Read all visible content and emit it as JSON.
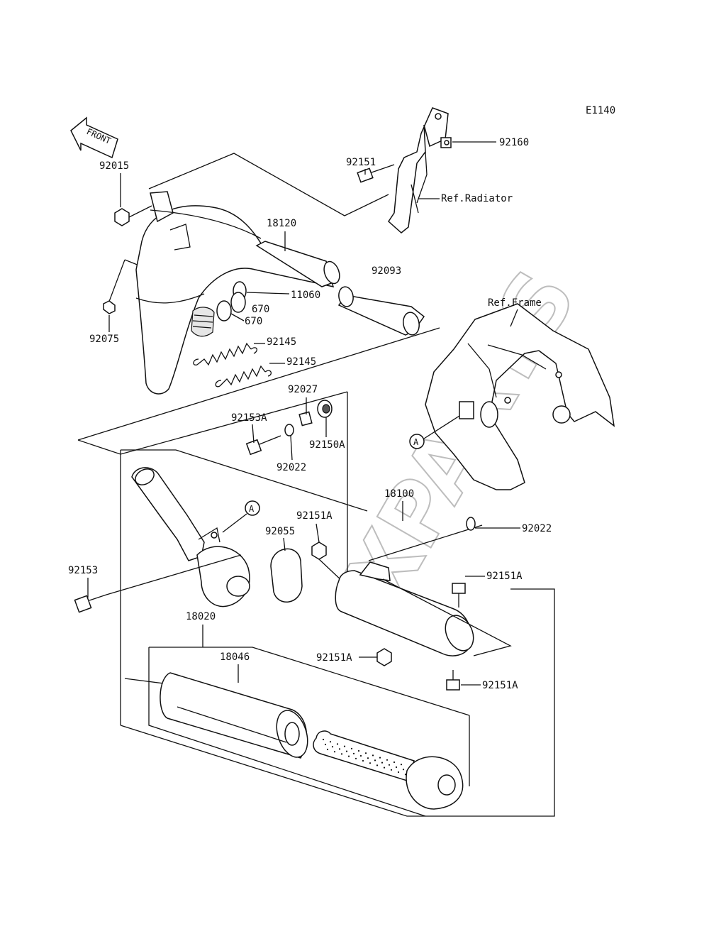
{
  "diagram_code": "E1140",
  "watermark": "XPARTS",
  "front_label": "FRONT",
  "callouts": {
    "a_upper": "A",
    "a_lower": "A"
  },
  "labels": {
    "92160": "92160",
    "92151": "92151",
    "ref_radiator": "Ref.Radiator",
    "92015": "92015",
    "18120": "18120",
    "92093": "92093",
    "11060": "11060",
    "670_a": "670",
    "670_b": "670",
    "92075": "92075",
    "92145_a": "92145",
    "92145_b": "92145",
    "ref_frame": "Ref.Frame",
    "92027": "92027",
    "92153A": "92153A",
    "92150A": "92150A",
    "92022_a": "92022",
    "18100": "18100",
    "92151A_a": "92151A",
    "92055": "92055",
    "92022_b": "92022",
    "92153": "92153",
    "92151A_b": "92151A",
    "18020": "18020",
    "18046": "18046",
    "92151A_c": "92151A",
    "92151A_d": "92151A"
  }
}
